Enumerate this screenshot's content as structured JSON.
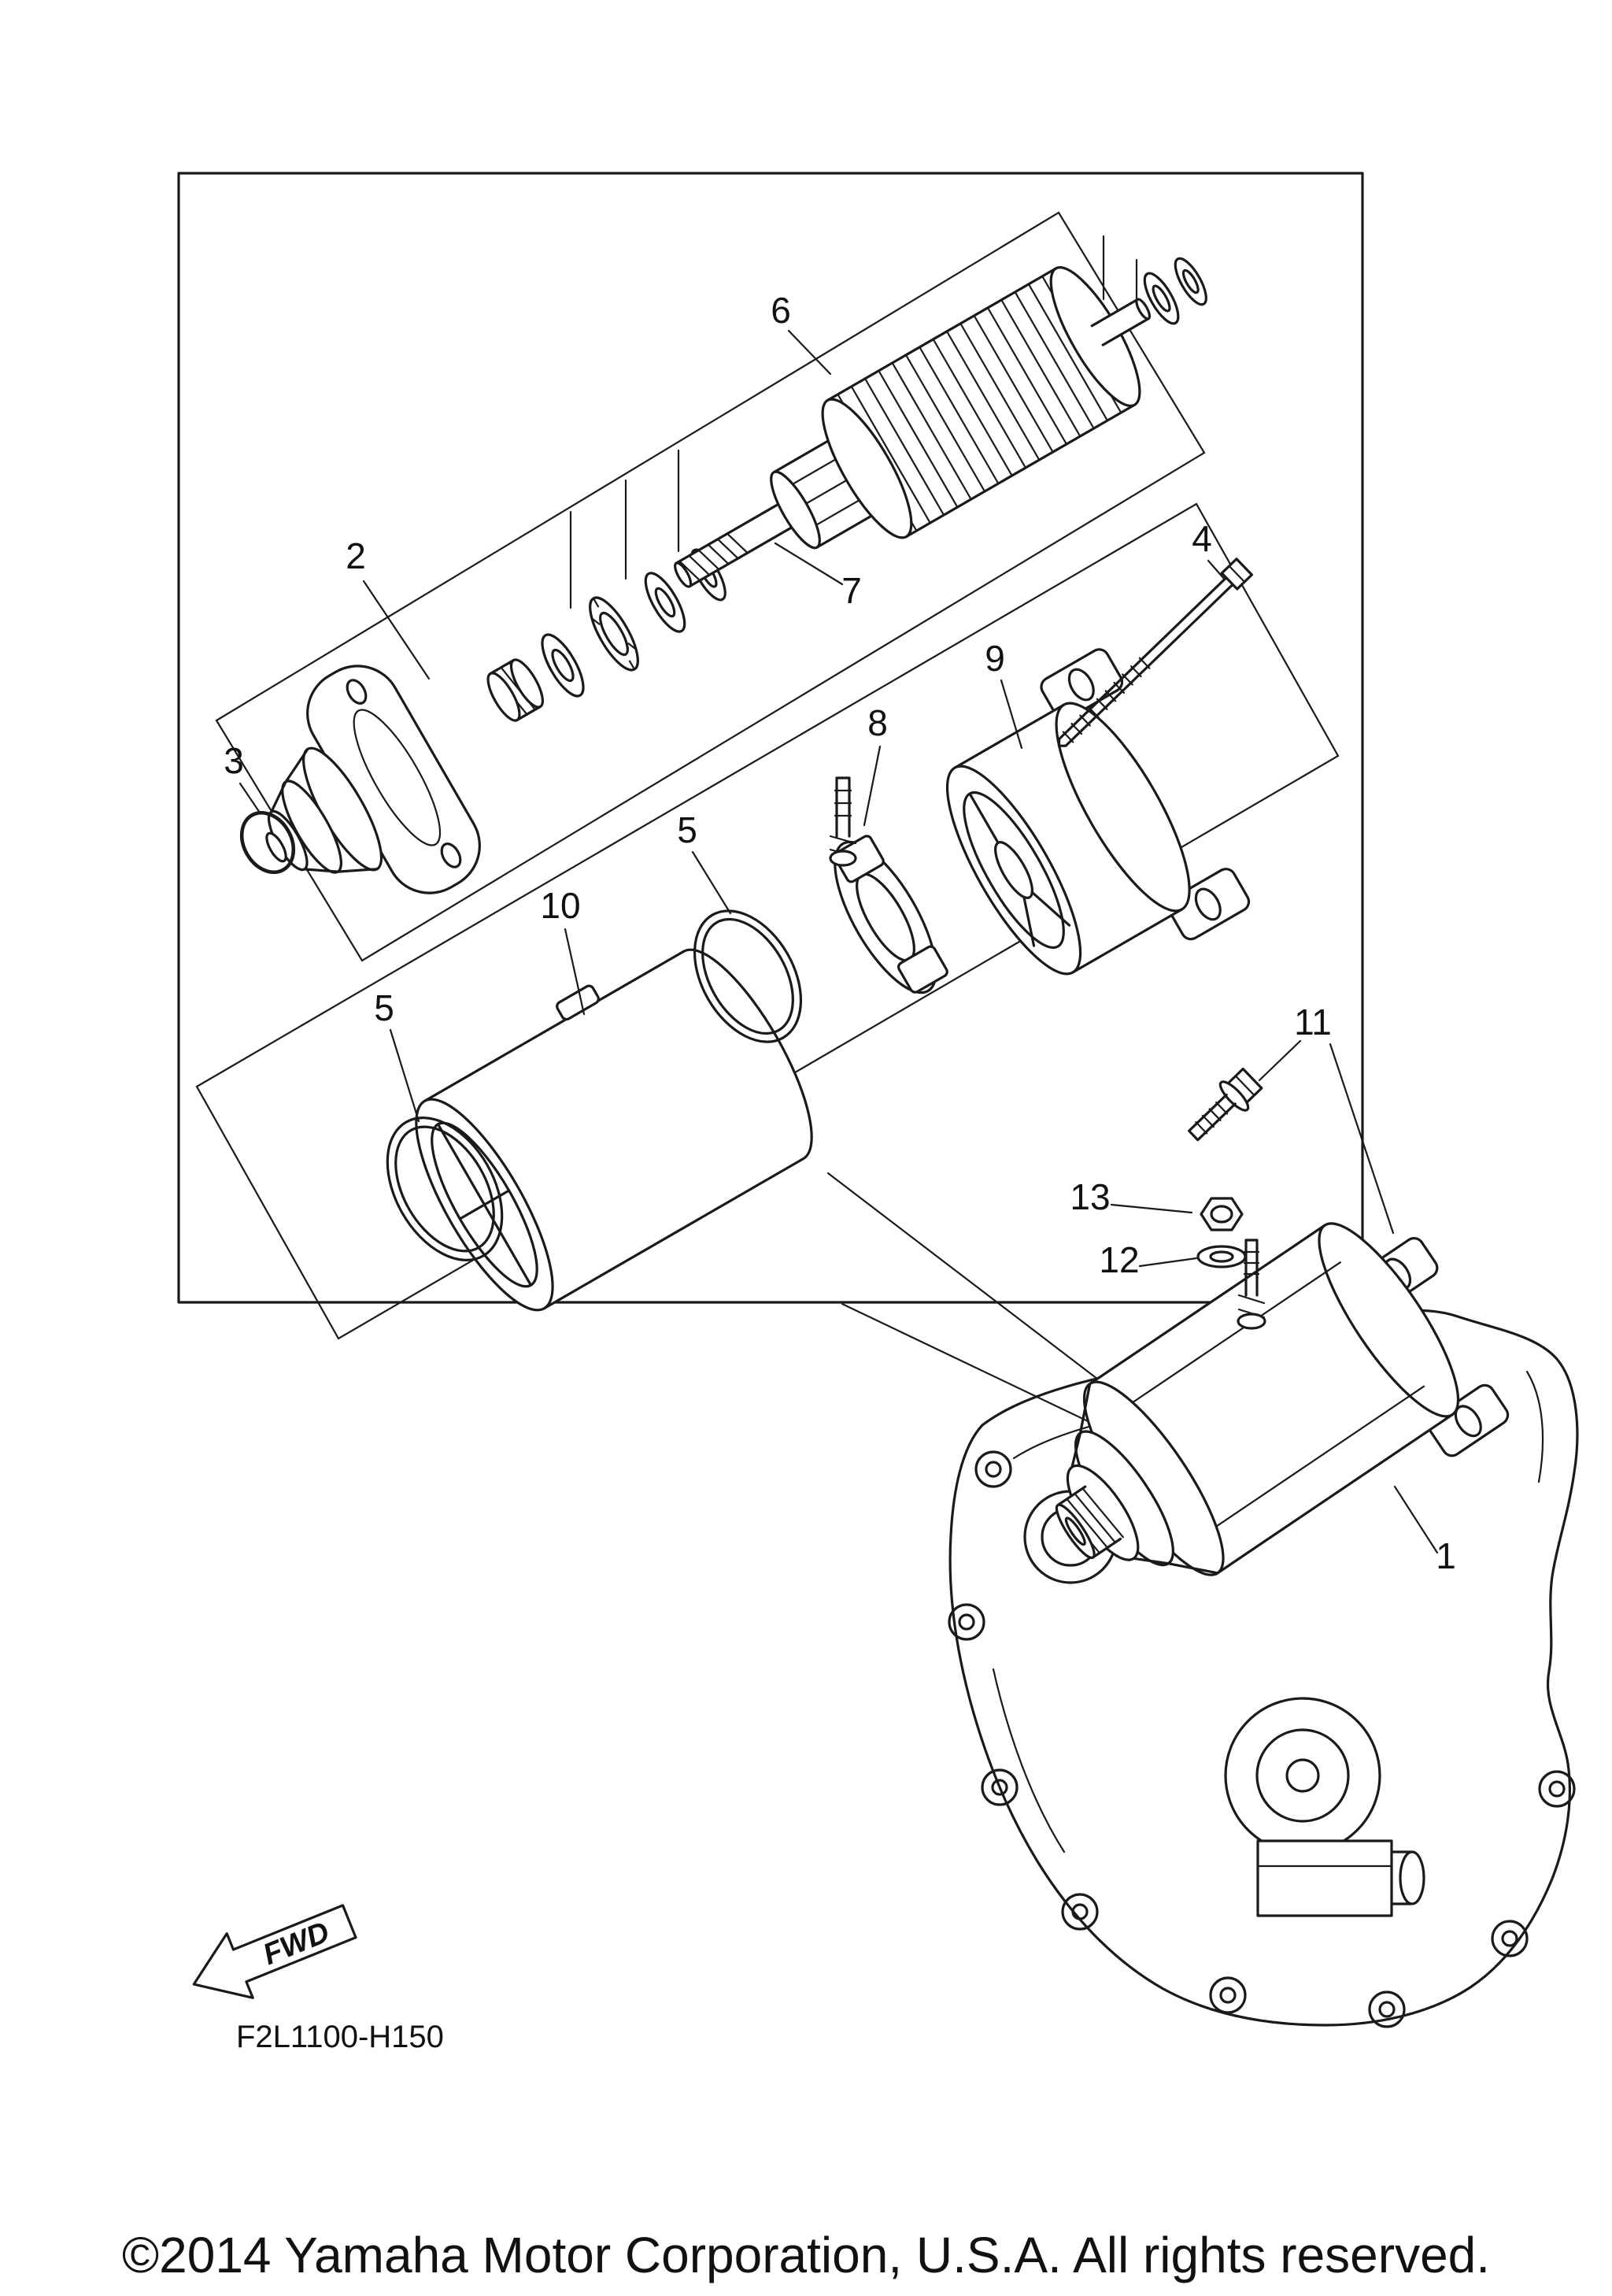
{
  "page": {
    "fwd_label": "FWD",
    "diagram_code": "F2L1100-H150",
    "copyright": "©2014 Yamaha Motor Corporation, U.S.A. All rights reserved."
  },
  "callouts": [
    {
      "label": "6"
    },
    {
      "label": "2"
    },
    {
      "label": "3"
    },
    {
      "label": "4"
    },
    {
      "label": "7"
    },
    {
      "label": "9"
    },
    {
      "label": "8"
    },
    {
      "label": "5"
    },
    {
      "label": "10"
    },
    {
      "label": "5"
    },
    {
      "label": "11"
    },
    {
      "label": "13"
    },
    {
      "label": "12"
    },
    {
      "label": "1"
    }
  ]
}
